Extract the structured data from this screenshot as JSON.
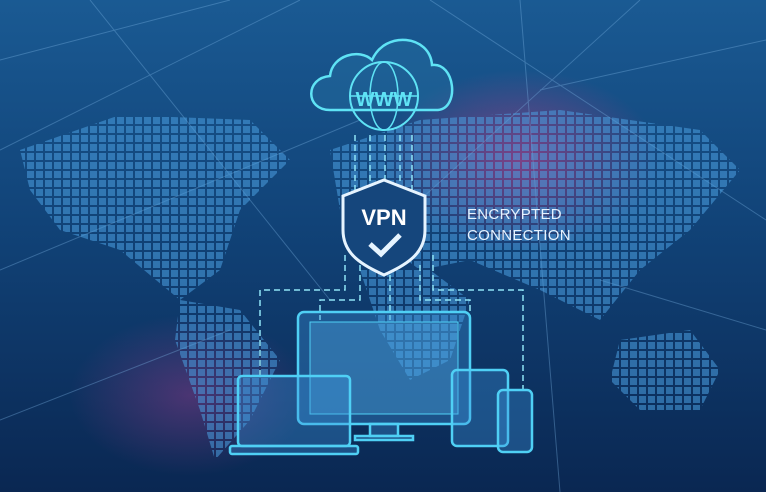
{
  "cloud": {
    "text": "WWW"
  },
  "shield": {
    "text": "VPN",
    "icon": "checkmark-icon"
  },
  "caption": {
    "line1": "ENCRYPTED",
    "line2": "CONNECTION"
  },
  "devices": [
    "laptop",
    "desktop-monitor",
    "tablet",
    "smartphone"
  ],
  "colors": {
    "accent": "#4fd6f0",
    "background": "#114378",
    "glow": "#d23c8c"
  }
}
